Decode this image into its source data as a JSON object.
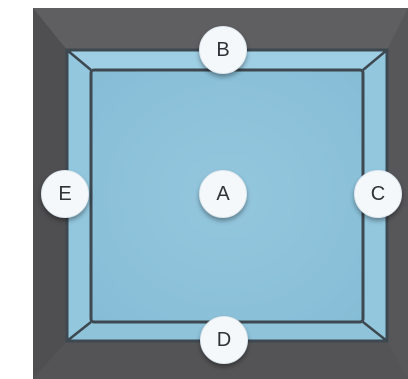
{
  "markers": {
    "a": "A",
    "b": "B",
    "c": "C",
    "d": "D",
    "e": "E"
  },
  "colors": {
    "outer_frame": "#5d5d5f",
    "outer_frame_dark": "#4a4a4c",
    "glass": "#8ec3dc",
    "glass_light": "#a5d3e8",
    "frame_line": "#3f4a52"
  }
}
